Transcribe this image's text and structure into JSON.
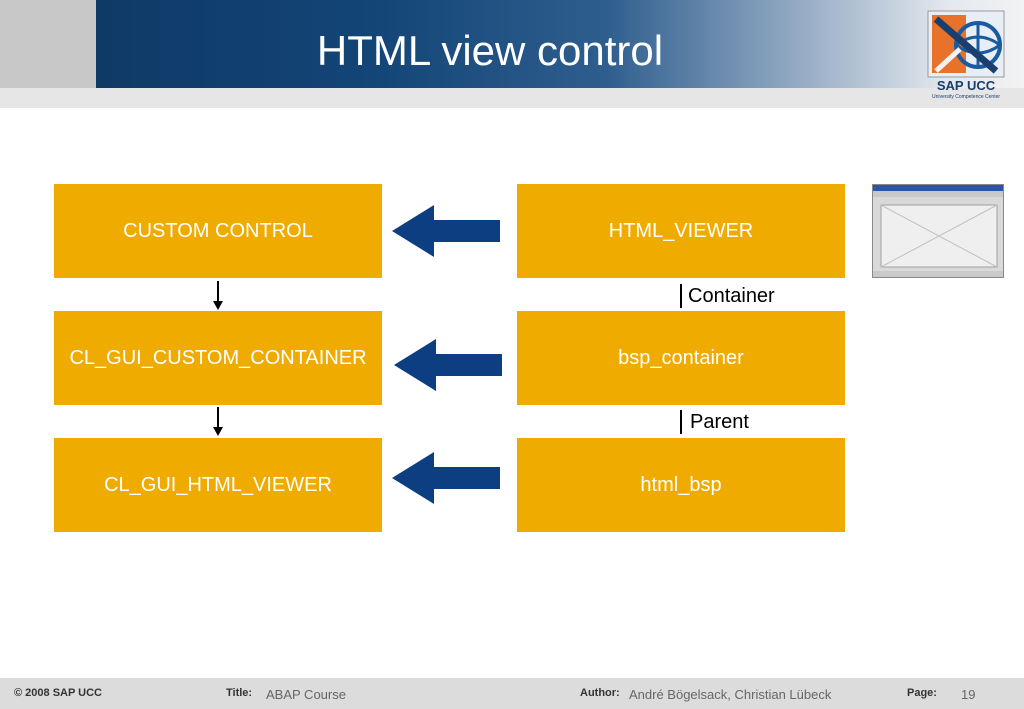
{
  "slide": {
    "title": "HTML view control",
    "logo_text": "SAP UCC",
    "logo_subtext": "University Competence Center"
  },
  "diagram": {
    "left_boxes": [
      "CUSTOM CONTROL",
      "CL_GUI_CUSTOM_CONTAINER",
      "CL_GUI_HTML_VIEWER"
    ],
    "right_boxes": [
      "HTML_VIEWER",
      "bsp_container",
      "html_bsp"
    ],
    "connector_labels": [
      "Container",
      "Parent"
    ],
    "box_color": "#efab00",
    "arrow_color": "#0d3e82"
  },
  "footer": {
    "copyright": "© 2008 SAP UCC",
    "title_label": "Title:",
    "title_value": "ABAP Course",
    "author_label": "Author:",
    "author_value": "André Bögelsack, Christian Lübeck",
    "page_label": "Page:",
    "page_value": "19"
  }
}
